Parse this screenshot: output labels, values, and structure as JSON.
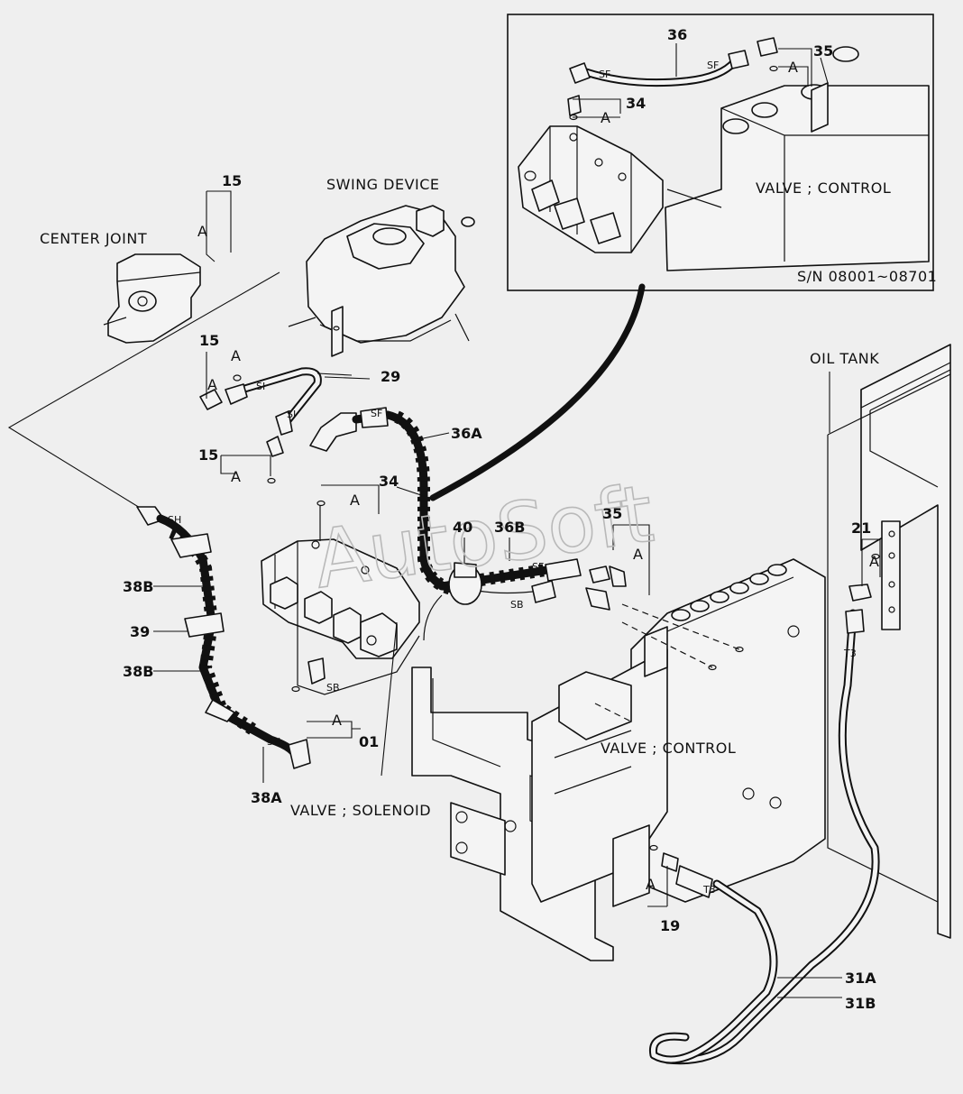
{
  "labels": {
    "center_joint": "CENTER JOINT",
    "swing_device": "SWING DEVICE",
    "oil_tank": "OIL TANK",
    "valve_control_main": "VALVE ; CONTROL",
    "valve_control_inset": "VALVE ; CONTROL",
    "valve_solenoid": "VALVE ; SOLENOID",
    "serial_range": "S/N 08001~08701"
  },
  "parts": {
    "p15_a": "15",
    "p15_b": "15",
    "p15_c": "15",
    "p29": "29",
    "p36a": "36A",
    "p34_main": "34",
    "p40": "40",
    "p36b": "36B",
    "p35_main": "35",
    "p21": "21",
    "p38b_1": "38B",
    "p39": "39",
    "p38b_2": "38B",
    "p38a": "38A",
    "p01": "01",
    "p19": "19",
    "p31a": "31A",
    "p31b": "31B",
    "p36_inset": "36",
    "p35_inset": "35",
    "p34_inset": "34"
  },
  "refs": {
    "a1": "A",
    "a2": "A",
    "a3": "A",
    "a4": "A",
    "a5": "A",
    "a6": "A",
    "a7": "A",
    "a8": "A",
    "a9": "A",
    "a10": "A",
    "a11": "A"
  },
  "fittings": {
    "si_1": "SI",
    "si_2": "SI",
    "sf_1": "SF",
    "sf_2": "SF",
    "sf_in1": "SF",
    "sf_in2": "SF",
    "sh_1": "SH",
    "sh_2": "SH",
    "sb_1": "SB",
    "sb_2": "SB",
    "t3_1": "T3",
    "t3_2": "T3"
  },
  "watermark": "AutoSoft"
}
